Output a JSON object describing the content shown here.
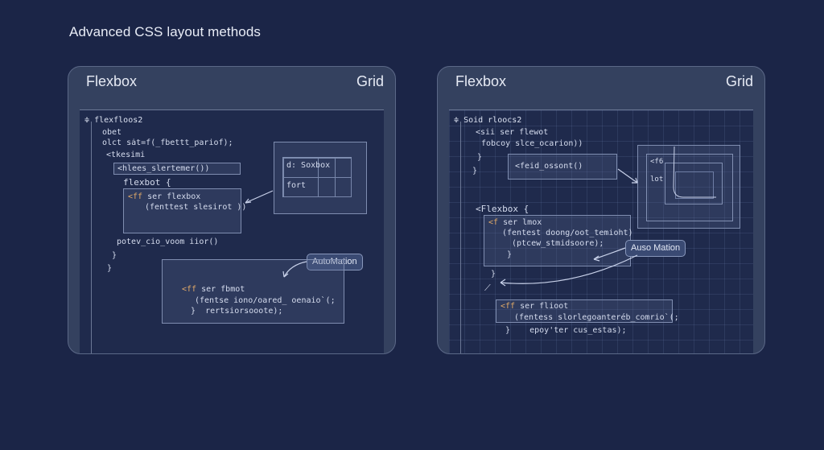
{
  "page_title": "Advanced CSS layout methods",
  "left_panel": {
    "header_left": "Flexbox",
    "header_right": "Grid",
    "tab_icon": "≑",
    "tab_label": "flexfloos2",
    "lines": [
      "obet",
      "olct sȧt=f(_fbettt_pariof);",
      "<tkesimi",
      "flexbot {",
      "potev_cio_voom iior()",
      "}",
      "}"
    ],
    "highlight_line": "<hlees_slertemer())",
    "flex_box": {
      "line1_kw": "<ff",
      "line1": " ser flexbox",
      "line2": "(fenttest slesirot ))"
    },
    "grid_preview": {
      "row1": "d: Soxbox",
      "row2": "fort"
    },
    "callout": "AutoMation",
    "bottom_box": {
      "line1_kw": "<ff",
      "line1": " ser fbmot",
      "line2": "(fentse iono/oared_ oenaio`(;",
      "line3_brace": "}",
      "line3": "rertsiorsooote);"
    }
  },
  "right_panel": {
    "header_left": "Flexbox",
    "header_right": "Grid",
    "tab_icon": "≑",
    "tab_label": "Soid rloocs2",
    "lines_top": [
      "<sii ser flewot",
      "fobcoy slce_ocarion))",
      "}",
      "}"
    ],
    "grid_box": "<feid_ossont()",
    "flexbox_label": "<Flexbox {",
    "flex_box": {
      "line1_kw": "<f",
      "line1": " ser lmox",
      "line2": "(fentest doong/oot_temioht)",
      "line3": "(ptcew_stmidsoore);",
      "line4": "}"
    },
    "brace_after": "}",
    "arrow_mark": "⟋",
    "callout": "Auso Mation",
    "preview_labels": {
      "top": "<f6",
      "mid": "lot"
    },
    "bottom_box": {
      "line1_kw": "<ff",
      "line1": " ser flioot",
      "line2": "(fentess slorlegoanteréb_comrio`(;",
      "line3_brace": "}",
      "line3": "epoy'ter cus_estas);"
    }
  }
}
